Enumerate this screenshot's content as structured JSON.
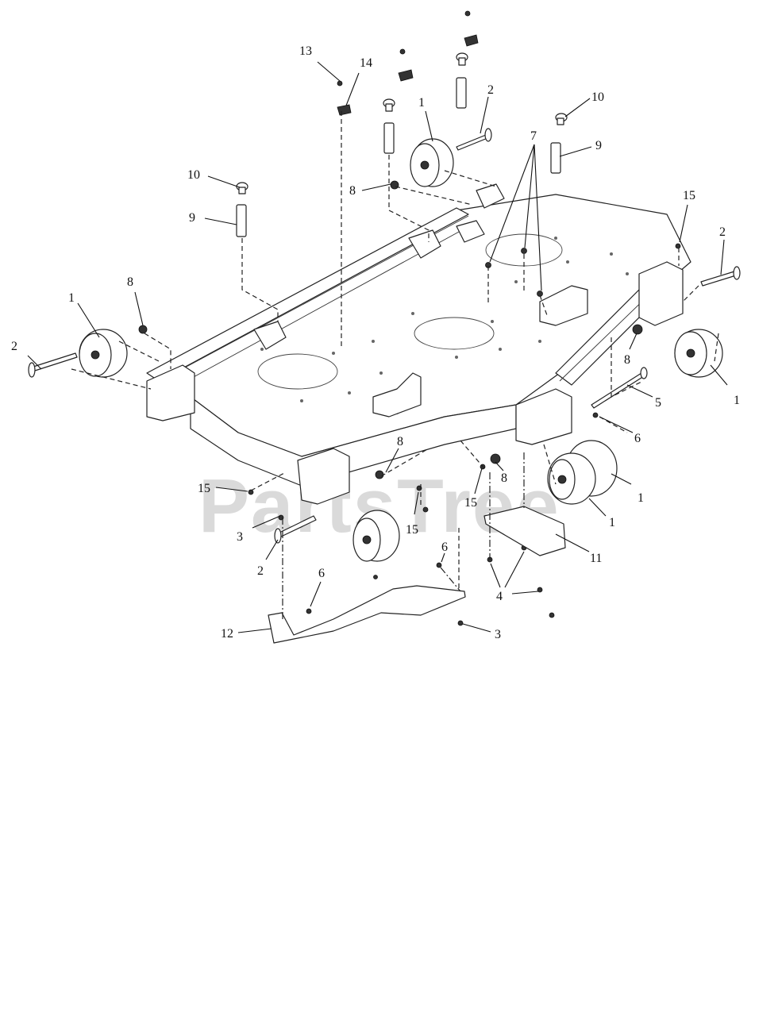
{
  "watermark": {
    "text": "PartsTree"
  },
  "callouts": [
    {
      "id": "c13",
      "text": "13"
    },
    {
      "id": "c14",
      "text": "14"
    },
    {
      "id": "c1a",
      "text": "1"
    },
    {
      "id": "c2a",
      "text": "2"
    },
    {
      "id": "c10a",
      "text": "10"
    },
    {
      "id": "c7",
      "text": "7"
    },
    {
      "id": "c9a",
      "text": "9"
    },
    {
      "id": "c10b",
      "text": "10"
    },
    {
      "id": "c9b",
      "text": "9"
    },
    {
      "id": "c8a",
      "text": "8"
    },
    {
      "id": "c15a",
      "text": "15"
    },
    {
      "id": "c2b",
      "text": "2"
    },
    {
      "id": "c8b",
      "text": "8"
    },
    {
      "id": "c1b",
      "text": "1"
    },
    {
      "id": "c2c",
      "text": "2"
    },
    {
      "id": "c8c",
      "text": "8"
    },
    {
      "id": "c1c",
      "text": "1"
    },
    {
      "id": "c5",
      "text": "5"
    },
    {
      "id": "c6a",
      "text": "6"
    },
    {
      "id": "c8d",
      "text": "8"
    },
    {
      "id": "c8e",
      "text": "8"
    },
    {
      "id": "c15b",
      "text": "15"
    },
    {
      "id": "c15c",
      "text": "15"
    },
    {
      "id": "c15d",
      "text": "15"
    },
    {
      "id": "c3a",
      "text": "3"
    },
    {
      "id": "c2d",
      "text": "2"
    },
    {
      "id": "c1d",
      "text": "1"
    },
    {
      "id": "c1e",
      "text": "1"
    },
    {
      "id": "c11",
      "text": "11"
    },
    {
      "id": "c6b",
      "text": "6"
    },
    {
      "id": "c6c",
      "text": "6"
    },
    {
      "id": "c4",
      "text": "4"
    },
    {
      "id": "c12",
      "text": "12"
    },
    {
      "id": "c3b",
      "text": "3"
    }
  ]
}
